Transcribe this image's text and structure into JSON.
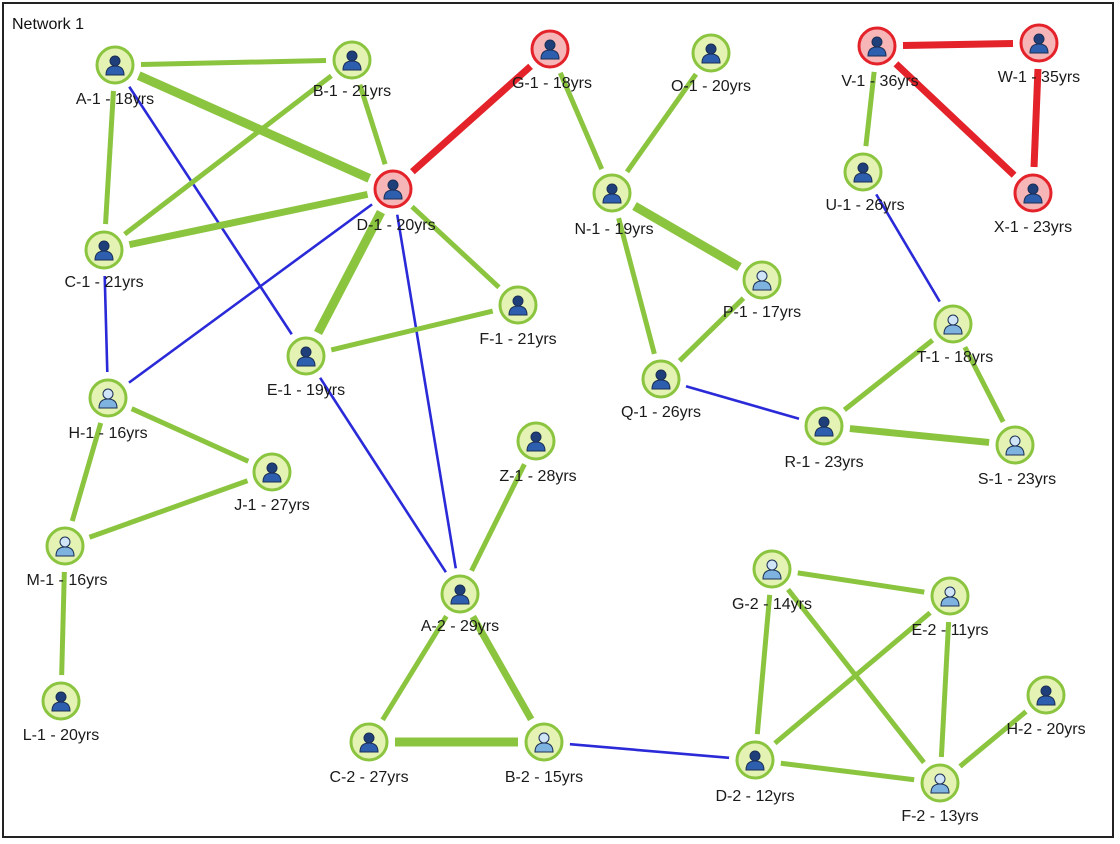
{
  "title": "Network 1",
  "colors": {
    "normal_edge": "#8bc53f",
    "inter_edge": "#2a2ad8",
    "alert_edge": "#e3222a",
    "node_green_fill": "#e4f2b4",
    "node_green_ring": "#8bc53f",
    "node_red_fill": "#f6b6b8",
    "node_red_ring": "#e3222a"
  },
  "nodes": [
    {
      "id": "A-1",
      "label": "A-1 - 18yrs",
      "status": "normal",
      "icon": "person-dark-icon"
    },
    {
      "id": "B-1",
      "label": "B-1 - 21yrs",
      "status": "normal",
      "icon": "person-dark-icon"
    },
    {
      "id": "C-1",
      "label": "C-1 - 21yrs",
      "status": "normal",
      "icon": "person-dark-icon"
    },
    {
      "id": "D-1",
      "label": "D-1 - 20yrs",
      "status": "alert",
      "icon": "person-dark-icon"
    },
    {
      "id": "E-1",
      "label": "E-1 - 19yrs",
      "status": "normal",
      "icon": "person-dark-icon"
    },
    {
      "id": "F-1",
      "label": "F-1 - 21yrs",
      "status": "normal",
      "icon": "person-dark-icon"
    },
    {
      "id": "G-1",
      "label": "G-1 - 18yrs",
      "status": "alert",
      "icon": "person-dark-icon"
    },
    {
      "id": "O-1",
      "label": "O-1 - 20yrs",
      "status": "normal",
      "icon": "person-dark-icon"
    },
    {
      "id": "N-1",
      "label": "N-1 - 19yrs",
      "status": "normal",
      "icon": "person-dark-icon"
    },
    {
      "id": "P-1",
      "label": "P-1 - 17yrs",
      "status": "normal",
      "icon": "person-light-icon"
    },
    {
      "id": "Q-1",
      "label": "Q-1 - 26yrs",
      "status": "normal",
      "icon": "person-dark-icon"
    },
    {
      "id": "V-1",
      "label": "V-1 - 36yrs",
      "status": "alert",
      "icon": "person-dark-icon"
    },
    {
      "id": "W-1",
      "label": "W-1 - 35yrs",
      "status": "alert",
      "icon": "person-dark-icon"
    },
    {
      "id": "U-1",
      "label": "U-1 - 26yrs",
      "status": "normal",
      "icon": "person-dark-icon"
    },
    {
      "id": "X-1",
      "label": "X-1 - 23yrs",
      "status": "alert",
      "icon": "person-dark-icon"
    },
    {
      "id": "T-1",
      "label": "T-1 - 18yrs",
      "status": "normal",
      "icon": "person-light-icon"
    },
    {
      "id": "R-1",
      "label": "R-1 - 23yrs",
      "status": "normal",
      "icon": "person-dark-icon"
    },
    {
      "id": "S-1",
      "label": "S-1 - 23yrs",
      "status": "normal",
      "icon": "person-light-icon"
    },
    {
      "id": "H-1",
      "label": "H-1 - 16yrs",
      "status": "normal",
      "icon": "person-light-icon"
    },
    {
      "id": "J-1",
      "label": "J-1 - 27yrs",
      "status": "normal",
      "icon": "person-dark-icon"
    },
    {
      "id": "M-1",
      "label": "M-1 - 16yrs",
      "status": "normal",
      "icon": "person-light-icon"
    },
    {
      "id": "L-1",
      "label": "L-1 - 20yrs",
      "status": "normal",
      "icon": "person-dark-icon"
    },
    {
      "id": "Z-1",
      "label": "Z-1 - 28yrs",
      "status": "normal",
      "icon": "person-dark-icon"
    },
    {
      "id": "A-2",
      "label": "A-2 - 29yrs",
      "status": "normal",
      "icon": "person-dark-icon"
    },
    {
      "id": "C-2",
      "label": "C-2 - 27yrs",
      "status": "normal",
      "icon": "person-dark-icon"
    },
    {
      "id": "B-2",
      "label": "B-2 - 15yrs",
      "status": "normal",
      "icon": "person-light-icon"
    },
    {
      "id": "G-2",
      "label": "G-2 - 14yrs",
      "status": "normal",
      "icon": "person-light-icon"
    },
    {
      "id": "E-2",
      "label": "E-2 - 11yrs",
      "status": "normal",
      "icon": "person-light-icon"
    },
    {
      "id": "D-2",
      "label": "D-2 - 12yrs",
      "status": "normal",
      "icon": "person-dark-icon"
    },
    {
      "id": "F-2",
      "label": "F-2 - 13yrs",
      "status": "normal",
      "icon": "person-light-icon"
    },
    {
      "id": "H-2",
      "label": "H-2 - 20yrs",
      "status": "normal",
      "icon": "person-dark-icon"
    }
  ],
  "edges": [
    {
      "from": "A-1",
      "to": "B-1",
      "type": "normal",
      "weight": 2
    },
    {
      "from": "A-1",
      "to": "D-1",
      "type": "normal",
      "weight": 4
    },
    {
      "from": "A-1",
      "to": "C-1",
      "type": "normal",
      "weight": 2
    },
    {
      "from": "A-1",
      "to": "E-1",
      "type": "inter",
      "weight": 1
    },
    {
      "from": "B-1",
      "to": "C-1",
      "type": "normal",
      "weight": 2
    },
    {
      "from": "B-1",
      "to": "D-1",
      "type": "normal",
      "weight": 2
    },
    {
      "from": "C-1",
      "to": "D-1",
      "type": "normal",
      "weight": 3
    },
    {
      "from": "C-1",
      "to": "H-1",
      "type": "inter",
      "weight": 1
    },
    {
      "from": "D-1",
      "to": "G-1",
      "type": "alert",
      "weight": 3
    },
    {
      "from": "D-1",
      "to": "H-1",
      "type": "inter",
      "weight": 1
    },
    {
      "from": "D-1",
      "to": "E-1",
      "type": "normal",
      "weight": 4
    },
    {
      "from": "D-1",
      "to": "F-1",
      "type": "normal",
      "weight": 2
    },
    {
      "from": "D-1",
      "to": "A-2",
      "type": "inter",
      "weight": 1
    },
    {
      "from": "E-1",
      "to": "F-1",
      "type": "normal",
      "weight": 2
    },
    {
      "from": "E-1",
      "to": "A-2",
      "type": "inter",
      "weight": 1
    },
    {
      "from": "G-1",
      "to": "N-1",
      "type": "normal",
      "weight": 2
    },
    {
      "from": "O-1",
      "to": "N-1",
      "type": "normal",
      "weight": 2
    },
    {
      "from": "N-1",
      "to": "P-1",
      "type": "normal",
      "weight": 4
    },
    {
      "from": "N-1",
      "to": "Q-1",
      "type": "normal",
      "weight": 2
    },
    {
      "from": "P-1",
      "to": "Q-1",
      "type": "normal",
      "weight": 2
    },
    {
      "from": "Q-1",
      "to": "R-1",
      "type": "inter",
      "weight": 1
    },
    {
      "from": "V-1",
      "to": "W-1",
      "type": "alert",
      "weight": 3
    },
    {
      "from": "V-1",
      "to": "X-1",
      "type": "alert",
      "weight": 3
    },
    {
      "from": "W-1",
      "to": "X-1",
      "type": "alert",
      "weight": 3
    },
    {
      "from": "V-1",
      "to": "U-1",
      "type": "normal",
      "weight": 2
    },
    {
      "from": "U-1",
      "to": "T-1",
      "type": "inter",
      "weight": 1
    },
    {
      "from": "T-1",
      "to": "R-1",
      "type": "normal",
      "weight": 2
    },
    {
      "from": "T-1",
      "to": "S-1",
      "type": "normal",
      "weight": 2
    },
    {
      "from": "R-1",
      "to": "S-1",
      "type": "normal",
      "weight": 3
    },
    {
      "from": "H-1",
      "to": "J-1",
      "type": "normal",
      "weight": 2
    },
    {
      "from": "H-1",
      "to": "M-1",
      "type": "normal",
      "weight": 2
    },
    {
      "from": "M-1",
      "to": "J-1",
      "type": "normal",
      "weight": 2
    },
    {
      "from": "M-1",
      "to": "L-1",
      "type": "normal",
      "weight": 2
    },
    {
      "from": "Z-1",
      "to": "A-2",
      "type": "normal",
      "weight": 2
    },
    {
      "from": "A-2",
      "to": "C-2",
      "type": "normal",
      "weight": 2
    },
    {
      "from": "A-2",
      "to": "B-2",
      "type": "normal",
      "weight": 3
    },
    {
      "from": "C-2",
      "to": "B-2",
      "type": "normal",
      "weight": 4
    },
    {
      "from": "B-2",
      "to": "D-2",
      "type": "inter",
      "weight": 1
    },
    {
      "from": "G-2",
      "to": "E-2",
      "type": "normal",
      "weight": 2
    },
    {
      "from": "G-2",
      "to": "D-2",
      "type": "normal",
      "weight": 2
    },
    {
      "from": "G-2",
      "to": "F-2",
      "type": "normal",
      "weight": 2
    },
    {
      "from": "E-2",
      "to": "D-2",
      "type": "normal",
      "weight": 2
    },
    {
      "from": "E-2",
      "to": "F-2",
      "type": "normal",
      "weight": 2
    },
    {
      "from": "D-2",
      "to": "F-2",
      "type": "normal",
      "weight": 2
    },
    {
      "from": "F-2",
      "to": "H-2",
      "type": "normal",
      "weight": 2
    }
  ]
}
